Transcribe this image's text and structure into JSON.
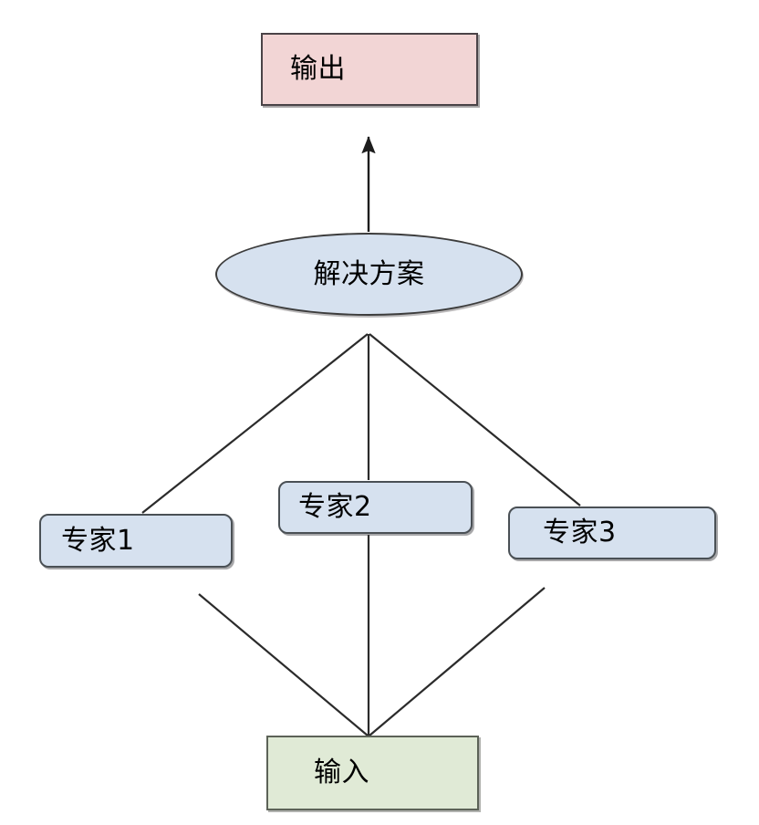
{
  "diagram": {
    "title": "Multi-expert pipeline flow diagram",
    "background_color": "#ffffff",
    "edge_color": "#2b2b2b",
    "nodes": {
      "output": {
        "label": "输出",
        "shape": "rectangle",
        "fill": "#f2d5d5",
        "stroke": "#4a4347"
      },
      "solution": {
        "label": "解决方案",
        "shape": "ellipse",
        "fill": "#d6e1ef",
        "stroke": "#3c3c3c"
      },
      "expert1": {
        "label": "专家1",
        "shape": "rounded-rectangle",
        "fill": "#d6e1ef",
        "stroke": "#4a5055"
      },
      "expert2": {
        "label": "专家2",
        "shape": "rounded-rectangle",
        "fill": "#d6e1ef",
        "stroke": "#4a5055"
      },
      "expert3": {
        "label": "专家3",
        "shape": "rounded-rectangle",
        "fill": "#d6e1ef",
        "stroke": "#4a5055"
      },
      "input": {
        "label": "输入",
        "shape": "rectangle",
        "fill": "#e0ead6",
        "stroke": "#5c6257"
      }
    },
    "edges": [
      {
        "id": "solution-to-output",
        "from": "solution",
        "to": "output",
        "arrow": true
      },
      {
        "id": "expert1-to-solution",
        "from": "expert1",
        "to": "solution",
        "arrow": false
      },
      {
        "id": "expert2-to-solution",
        "from": "expert2",
        "to": "solution",
        "arrow": false
      },
      {
        "id": "expert3-to-solution",
        "from": "expert3",
        "to": "solution",
        "arrow": false
      },
      {
        "id": "input-to-expert1",
        "from": "input",
        "to": "expert1",
        "arrow": false
      },
      {
        "id": "input-to-expert2",
        "from": "input",
        "to": "expert2",
        "arrow": false
      },
      {
        "id": "input-to-expert3",
        "from": "input",
        "to": "expert3",
        "arrow": false
      }
    ]
  }
}
